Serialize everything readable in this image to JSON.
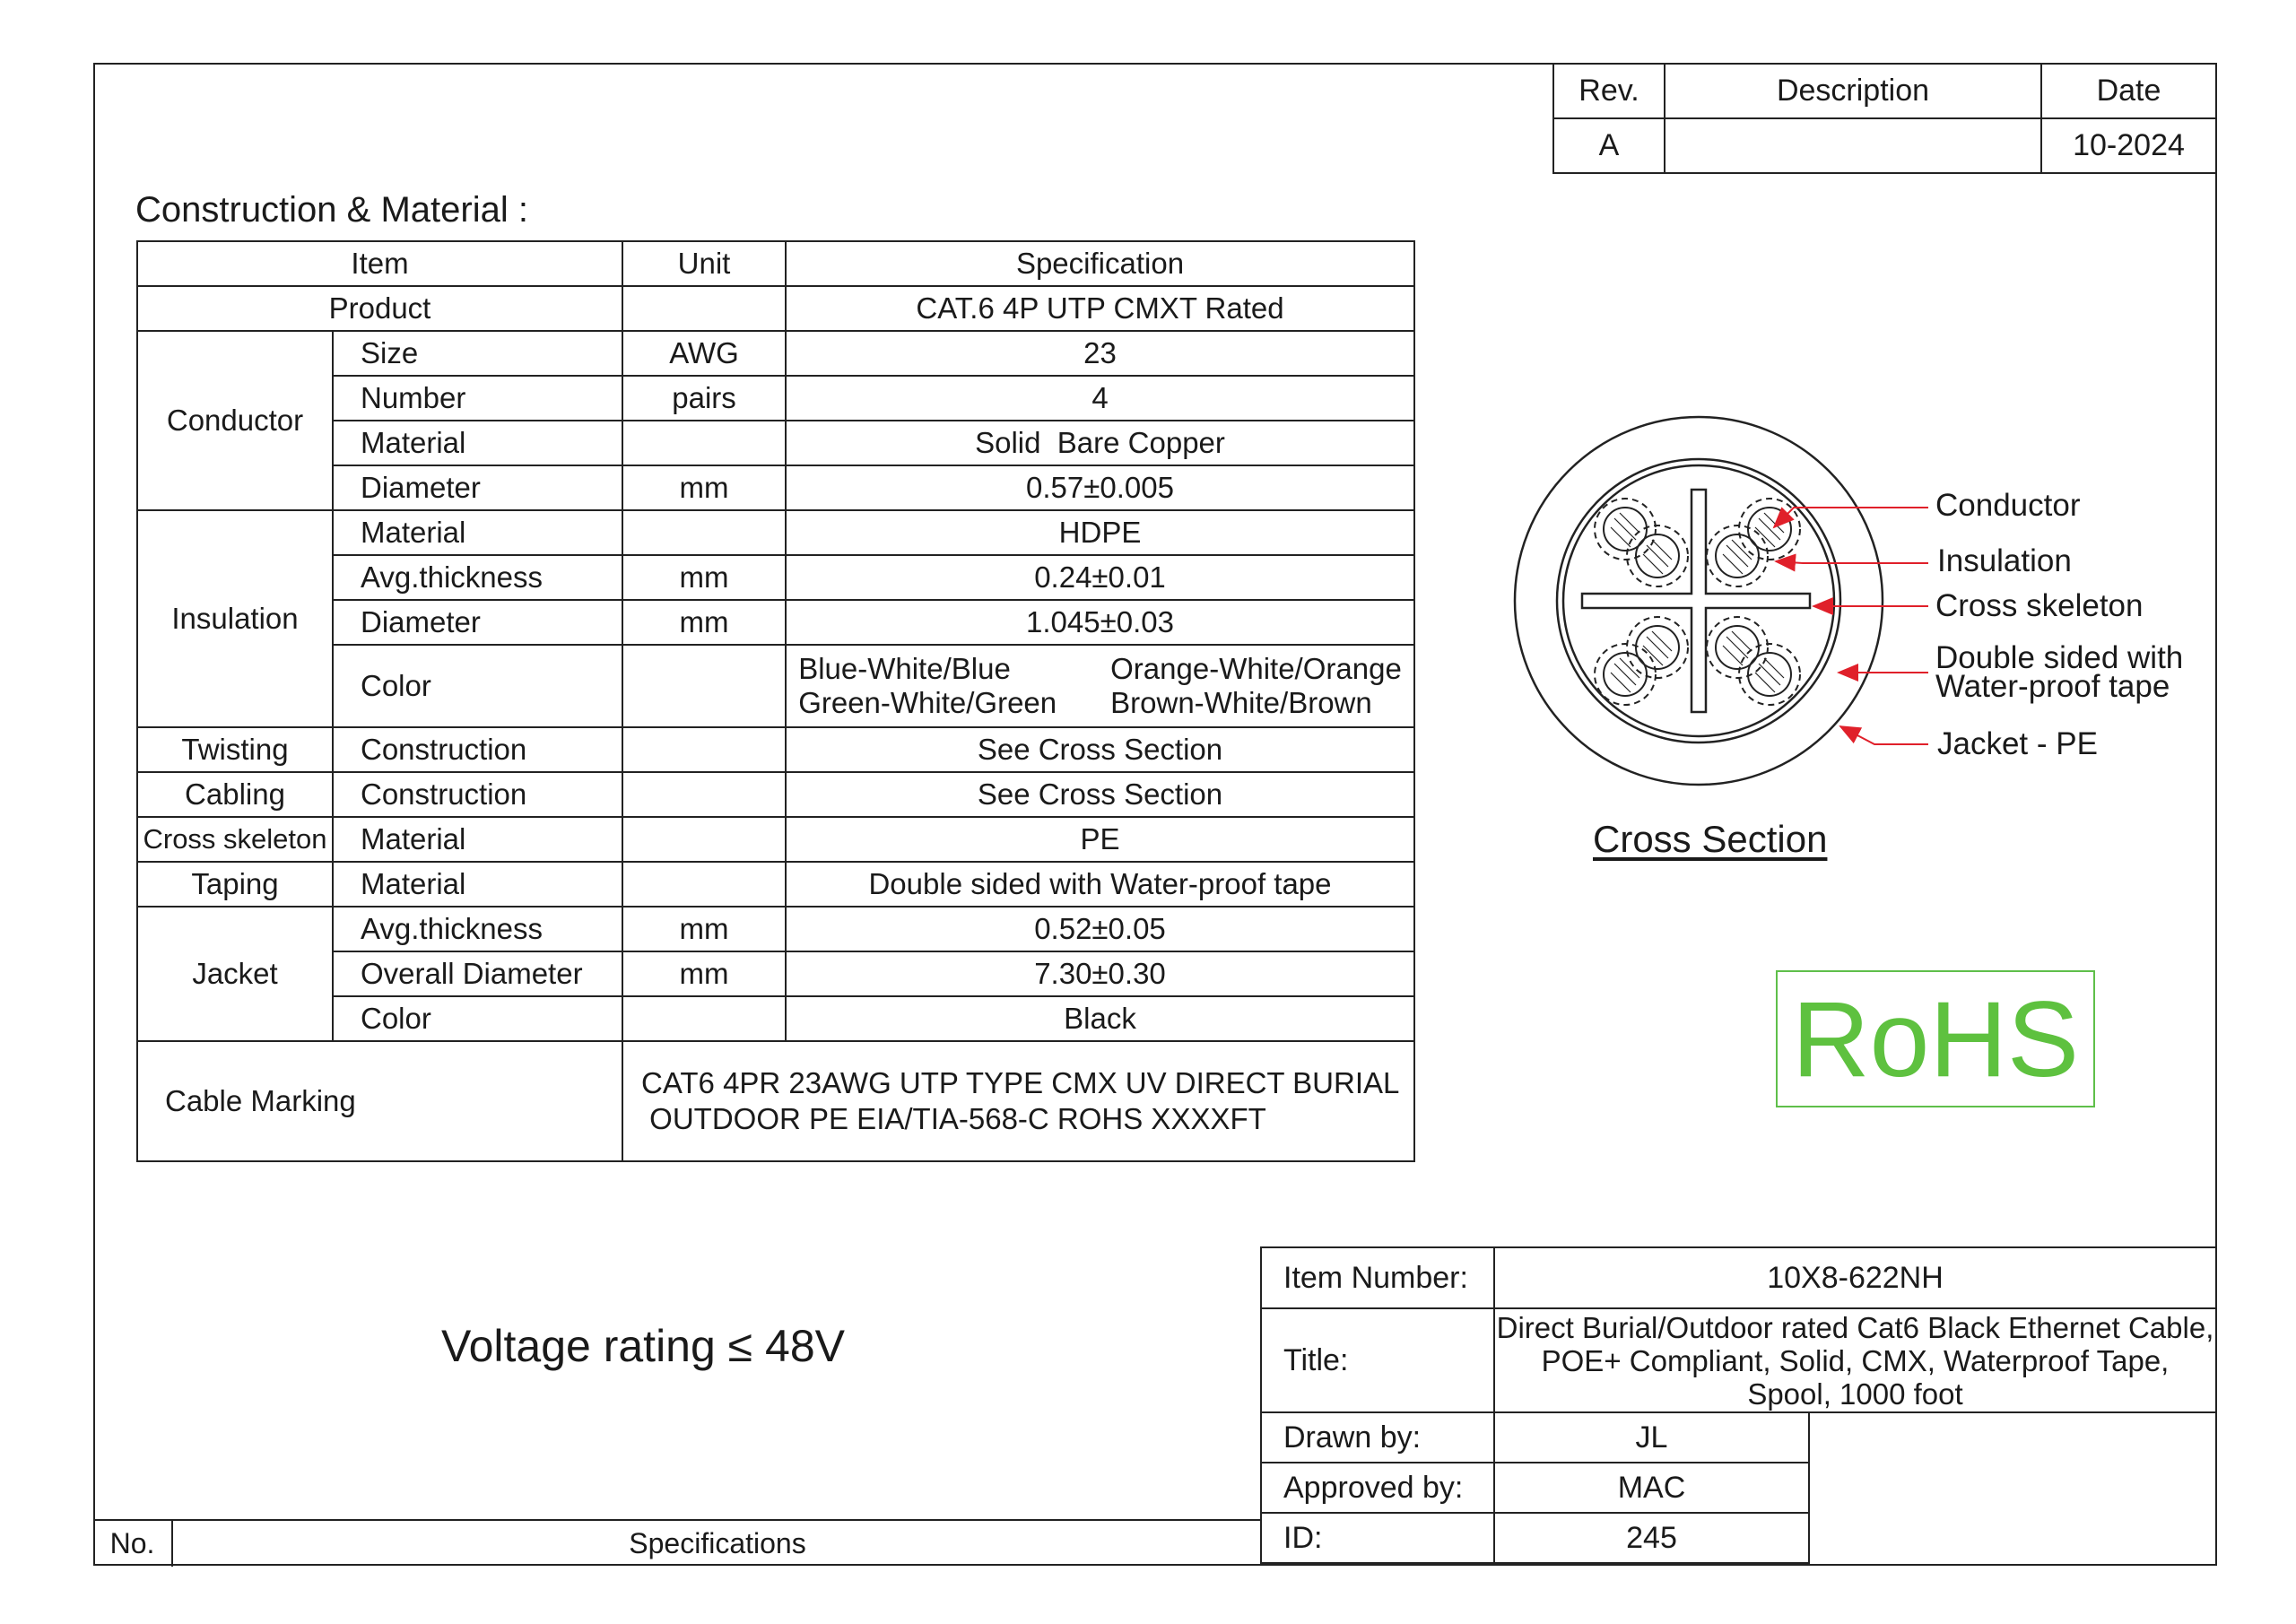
{
  "revision": {
    "headers": [
      "Rev.",
      "Description",
      "Date"
    ],
    "row": [
      "A",
      "",
      "10-2024"
    ]
  },
  "construction_title": "Construction & Material :",
  "spec_table": {
    "headers": {
      "item": "Item",
      "unit": "Unit",
      "specification": "Specification"
    },
    "product": {
      "label": "Product",
      "value": "CAT.6 4P UTP CMXT Rated"
    },
    "conductor": {
      "label": "Conductor",
      "rows": [
        {
          "name": "Size",
          "unit": "AWG",
          "value": "23"
        },
        {
          "name": "Number",
          "unit": "pairs",
          "value": "4"
        },
        {
          "name": "Material",
          "unit": "",
          "value": "Solid  Bare Copper"
        },
        {
          "name": "Diameter",
          "unit": "mm",
          "value": "0.57±0.005"
        }
      ]
    },
    "insulation": {
      "label": "Insulation",
      "rows": [
        {
          "name": "Material",
          "unit": "",
          "value": "HDPE"
        },
        {
          "name": "Avg.thickness",
          "unit": "mm",
          "value": "0.24±0.01"
        },
        {
          "name": "Diameter",
          "unit": "mm",
          "value": "1.045±0.03"
        }
      ],
      "color": {
        "name": "Color",
        "left": [
          "Blue-White/Blue",
          "Green-White/Green"
        ],
        "right": [
          "Orange-White/Orange",
          "Brown-White/Brown"
        ]
      }
    },
    "twisting": {
      "label": "Twisting",
      "name": "Construction",
      "value": "See Cross Section"
    },
    "cabling": {
      "label": "Cabling",
      "name": "Construction",
      "value": "See Cross Section"
    },
    "cross_skeleton": {
      "label": "Cross skeleton",
      "name": "Material",
      "value": "PE"
    },
    "taping": {
      "label": "Taping",
      "name": "Material",
      "value": "Double sided with Water-proof tape"
    },
    "jacket": {
      "label": "Jacket",
      "rows": [
        {
          "name": "Avg.thickness",
          "unit": "mm",
          "value": "0.52±0.05"
        },
        {
          "name": "Overall Diameter",
          "unit": "mm",
          "value": "7.30±0.30"
        },
        {
          "name": "Color",
          "unit": "",
          "value": "Black"
        }
      ]
    },
    "cable_marking": {
      "label": "Cable Marking",
      "lines": [
        "CAT6 4PR 23AWG UTP TYPE CMX UV DIRECT BURIAL",
        " OUTDOOR PE EIA/TIA-568-C ROHS XXXXFT"
      ]
    }
  },
  "cross_section": {
    "title": "Cross Section",
    "labels": {
      "conductor": "Conductor",
      "insulation": "Insulation",
      "cross_skeleton": "Cross skeleton",
      "tape_line1": "Double sided with",
      "tape_line2": "Water-proof tape",
      "jacket": "Jacket - PE"
    },
    "arrow_color": "#e0202a"
  },
  "rohs": {
    "text": "RoHS",
    "color": "#5ec13f"
  },
  "voltage": "Voltage rating ≤ 48V",
  "title_block": {
    "item_number_label": "Item Number:",
    "item_number": "10X8-622NH",
    "title_label": "Title:",
    "title_lines": [
      "Direct Burial/Outdoor rated Cat6 Black Ethernet Cable,",
      "POE+ Compliant, Solid, CMX, Waterproof Tape,",
      "Spool, 1000 foot"
    ],
    "drawn_by_label": "Drawn by:",
    "drawn_by": "JL",
    "approved_by_label": "Approved by:",
    "approved_by": "MAC",
    "id_label": "ID:",
    "id": "245"
  },
  "footer": {
    "no": "No.",
    "specifications": "Specifications"
  }
}
